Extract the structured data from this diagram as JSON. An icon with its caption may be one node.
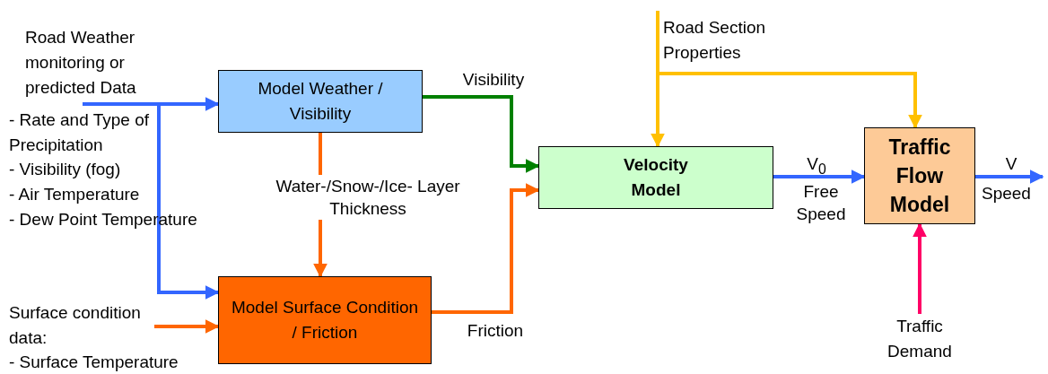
{
  "diagram": {
    "nodes": [
      {
        "text": [
          "Road Weather monitoring or predicted Data"
        ]
      },
      {
        "text": [
          "Model Weather / Visibility"
        ]
      },
      {
        "text": [
          "Surface condition data:"
        ]
      },
      {
        "text": [
          "Model Surface Condition / Friction"
        ]
      },
      {
        "text": [
          "Velocity Model"
        ]
      },
      {
        "text": [
          "Road Section Properties"
        ]
      },
      {
        "text": [
          "Traffic Flow Model"
        ]
      },
      {
        "text": [
          "Traffic Demand"
        ]
      },
      {
        "text": [
          "Speed"
        ]
      }
    ],
    "edges": [
      {
        "from": 0,
        "to": 1,
        "arrow": "to"
      },
      {
        "from": 0,
        "to": 3,
        "arrow": "to"
      },
      {
        "from": 1,
        "to": 3,
        "arrow": "to",
        "label": "Water-/Snow-/Ice- Layer Thickness",
        "color": "#ff6600"
      },
      {
        "from": 2,
        "to": 3,
        "arrow": "to",
        "color": "#ff6600"
      },
      {
        "from": 1,
        "to": 4,
        "arrow": "to",
        "label": "Visibility",
        "color": "#008000"
      },
      {
        "from": 3,
        "to": 4,
        "arrow": "to",
        "label": "Friction",
        "color": "#ff6600"
      },
      {
        "from": 5,
        "to": 4,
        "arrow": "to",
        "color": "#ffc000"
      },
      {
        "from": 5,
        "to": 6,
        "arrow": "to",
        "color": "#ffc000"
      },
      {
        "from": 4,
        "to": 6,
        "arrow": "to",
        "label": "V$_{0}$"
      },
      {
        "from": 6,
        "to": 8,
        "arrow": "to",
        "label": "V"
      },
      {
        "from": 7,
        "to": 6,
        "arrow": "to",
        "color": "#ff0066"
      }
    ],
    "labels": [
      "- Rate and Type of Precipitation",
      "- Visibility (fog)",
      "- Air Temperature",
      "- Dew Point Temperature",
      "- Surface Temperature",
      "Free Speed"
    ]
  }
}
